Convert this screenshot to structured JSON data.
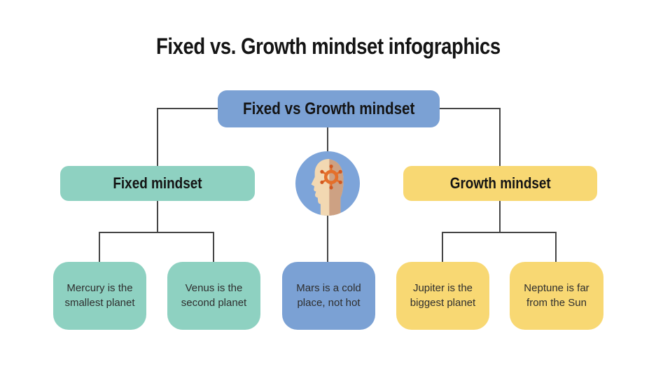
{
  "title": "Fixed vs. Growth mindset infographics",
  "root": {
    "label": "Fixed vs Growth mindset"
  },
  "branches": {
    "fixed": {
      "label": "Fixed mindset"
    },
    "growth": {
      "label": "Growth mindset"
    }
  },
  "cards": [
    {
      "id": "mercury",
      "text": "Mercury is the smallest planet",
      "color": "#8ed1c1"
    },
    {
      "id": "venus",
      "text": "Venus is the second planet",
      "color": "#8ed1c1"
    },
    {
      "id": "mars",
      "text": "Mars is a cold place, not hot",
      "color": "#7ba1d4"
    },
    {
      "id": "jupiter",
      "text": "Jupiter is the biggest planet",
      "color": "#f8d873"
    },
    {
      "id": "neptune",
      "text": "Neptune is far from the Sun",
      "color": "#f8d873"
    }
  ],
  "icon": {
    "name": "head-with-gear-icon"
  },
  "colors": {
    "root_blue": "#7ba1d4",
    "teal": "#8ed1c1",
    "yellow": "#f8d873",
    "connector": "#454545",
    "icon_circle": "#7da4d9",
    "face_light": "#f2d8b2",
    "face_dark": "#cda183",
    "gear_orange": "#e46f2a",
    "gear_knob": "#d2581f"
  }
}
